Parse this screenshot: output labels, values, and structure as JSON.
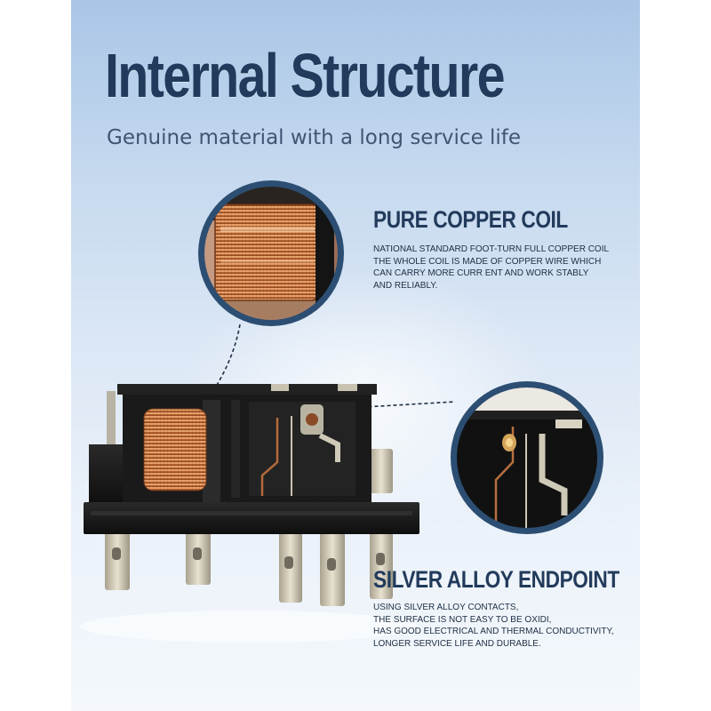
{
  "header": {
    "title": "Internal Structure",
    "subtitle": "Genuine material with a long service life"
  },
  "features": [
    {
      "heading": "PURE COPPER COIL",
      "description": [
        "NATIONAL STANDARD FOOT-TURN FULL COPPER COIL",
        "THE WHOLE COIL IS MADE OF COPPER WIRE WHICH",
        "CAN CARRY MORE CURR ENT AND WORK STABLY",
        "AND RELIABLY."
      ]
    },
    {
      "heading": "SILVER ALLOY ENDPOINT",
      "description": [
        "USING SILVER ALLOY CONTACTS,",
        "THE SURFACE IS NOT EASY TO BE OXIDI,",
        "HAS GOOD ELECTRICAL AND THERMAL CONDUCTIVITY,",
        "LONGER SERVICE LIFE AND DURABLE."
      ]
    }
  ],
  "colors": {
    "title": "#223b5c",
    "circle_border": "#2c4e72",
    "copper": "#c8743e",
    "relay_body": "#1c1c1c"
  }
}
